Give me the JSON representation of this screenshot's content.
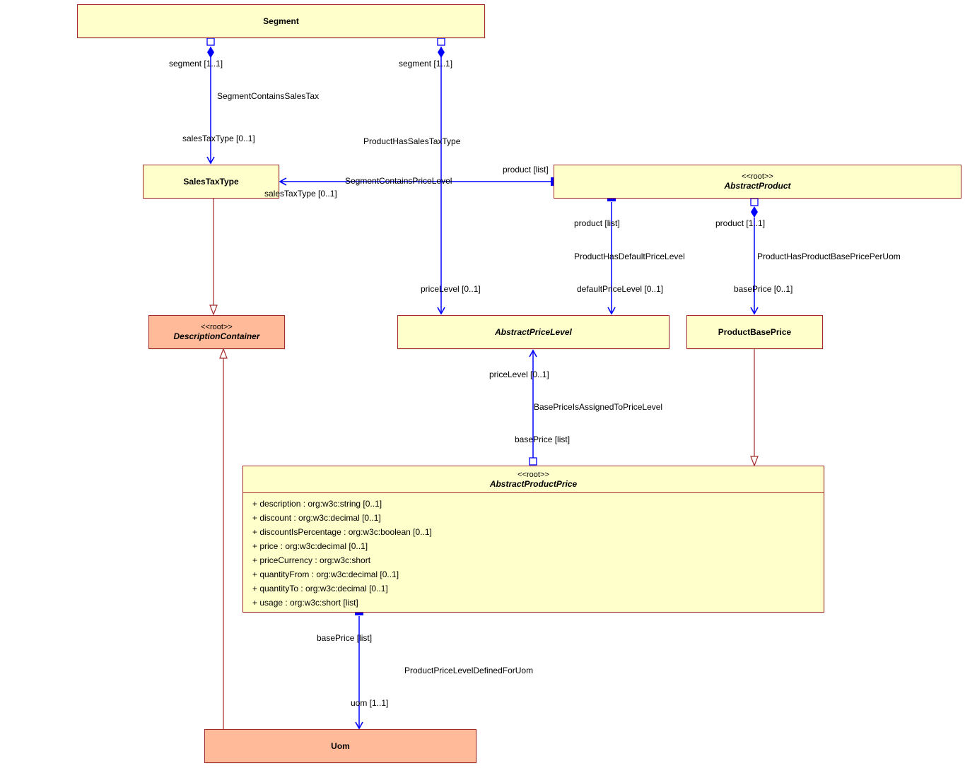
{
  "classes": {
    "segment": {
      "name": "Segment"
    },
    "sales_tax_type": {
      "name": "SalesTaxType"
    },
    "abstract_product": {
      "stereotype": "<<root>>",
      "name": "AbstractProduct"
    },
    "description_container": {
      "stereotype": "<<root>>",
      "name": "DescriptionContainer"
    },
    "abstract_price_level": {
      "name": "AbstractPriceLevel"
    },
    "product_base_price": {
      "name": "ProductBasePrice"
    },
    "abstract_product_price": {
      "stereotype": "<<root>>",
      "name": "AbstractProductPrice",
      "attributes": [
        "+ description : org:w3c:string [0..1]",
        "+ discount : org:w3c:decimal [0..1]",
        "+ discountIsPercentage : org:w3c:boolean [0..1]",
        "+ price : org:w3c:decimal [0..1]",
        "+ priceCurrency : org:w3c:short",
        "+ quantityFrom : org:w3c:decimal [0..1]",
        "+ quantityTo : org:w3c:decimal [0..1]",
        "+ usage : org:w3c:short [list]"
      ]
    },
    "uom": {
      "name": "Uom"
    }
  },
  "associations": {
    "segment_contains_sales_tax": {
      "name": "SegmentContainsSalesTax",
      "source_role": "segment [1..1]",
      "target_role": "salesTaxType [0..1]"
    },
    "segment_contains_price_level": {
      "name": "SegmentContainsPriceLevel",
      "source_role": "segment [1..1]",
      "target_role": "priceLevel [0..1]"
    },
    "product_has_sales_tax_type": {
      "name": "ProductHasSalesTaxType",
      "source_role": "product [list]",
      "target_role": "salesTaxType [0..1]"
    },
    "product_has_default_price_level": {
      "name": "ProductHasDefaultPriceLevel",
      "source_role": "product [list]",
      "target_role": "defaultPriceLevel [0..1]"
    },
    "product_has_product_base_price_per_uom": {
      "name": "ProductHasProductBasePricePerUom",
      "source_role": "product [1..1]",
      "target_role": "basePrice [0..1]"
    },
    "base_price_is_assigned_to_price_level": {
      "name": "BasePriceIsAssignedToPriceLevel",
      "source_role": "basePrice [list]",
      "target_role": "priceLevel [0..1]"
    },
    "product_price_level_defined_for_uom": {
      "name": "ProductPriceLevelDefinedForUom",
      "source_role": "basePrice [list]",
      "target_role": "uom [1..1]"
    }
  },
  "colors": {
    "class_fill": "#ffffcc",
    "root_class_fill": "#ffbb99",
    "class_border": "#a52a2a",
    "association_line": "#0000ff",
    "generalization_line": "#a52a2a"
  }
}
